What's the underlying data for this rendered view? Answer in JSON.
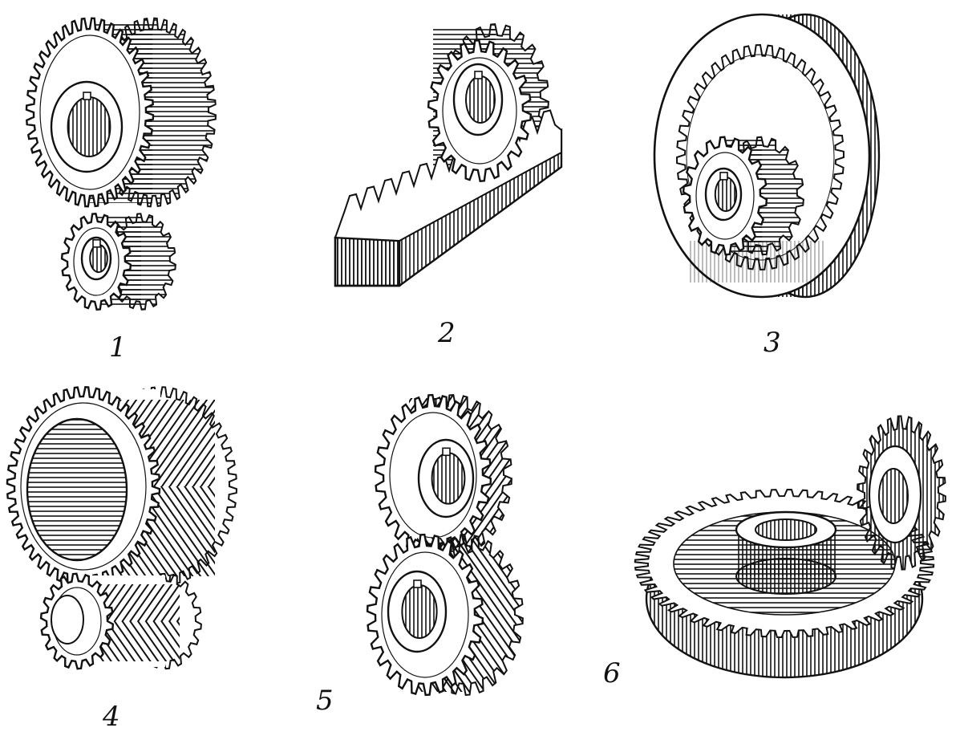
{
  "figures": [
    {
      "id": "1",
      "label": "1",
      "kind": "spur-gear-pair"
    },
    {
      "id": "2",
      "label": "2",
      "kind": "rack-and-pinion"
    },
    {
      "id": "3",
      "label": "3",
      "kind": "internal-gear"
    },
    {
      "id": "4",
      "label": "4",
      "kind": "herringbone-gear-pair"
    },
    {
      "id": "5",
      "label": "5",
      "kind": "helical-gear-pair"
    },
    {
      "id": "6",
      "label": "6",
      "kind": "bevel-gear-pair"
    }
  ],
  "colors": {
    "ink": "#111111",
    "paper": "#ffffff"
  }
}
